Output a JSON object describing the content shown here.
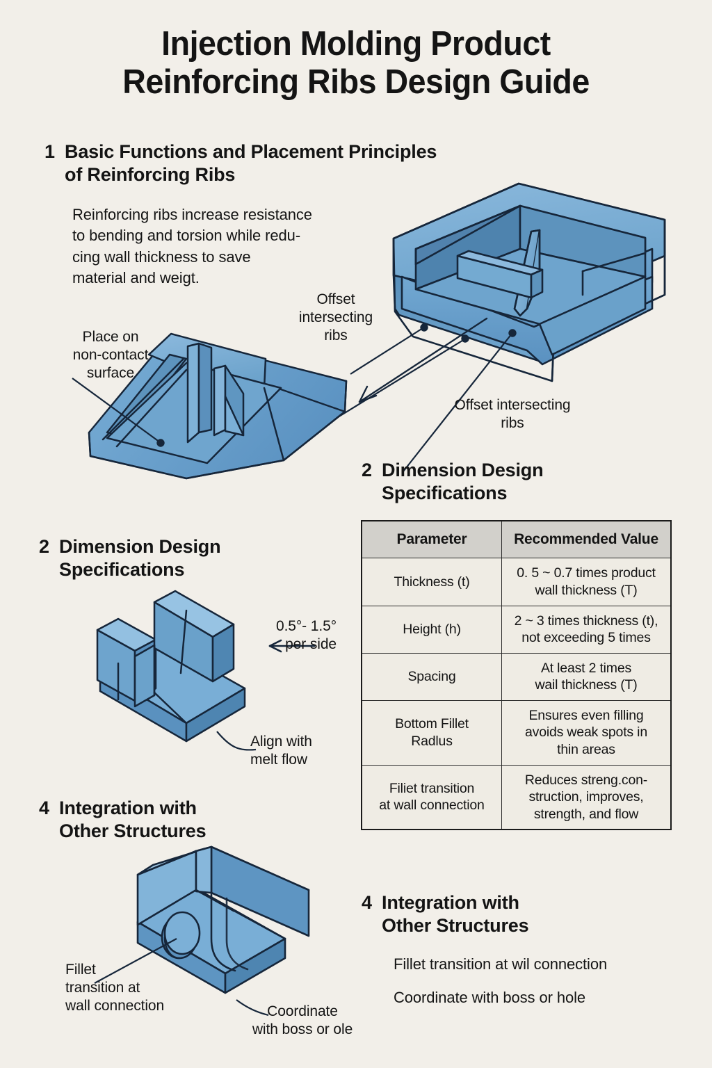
{
  "title": {
    "line1": "Injection Molding Product",
    "line2": "Reinforcing Ribs Design Guide"
  },
  "section1": {
    "number": "1",
    "heading_line1": "Basic Functions and Placement Principles",
    "heading_line2": "of Reinforcing Ribs",
    "body": "Reinforcing ribs increase resistance to bending and torsion while redu-cing wall thickness to save material and weigt.",
    "body_line1": "Reinforcing ribs increase resistance",
    "body_line2": "to bending and torsion while redu-",
    "body_line3": "cing wall thickness to save",
    "body_line4": "material and weigt.",
    "labels": {
      "place_on_noncontact": "Place on\nnon-contact\nsurface",
      "place_on_l1": "Place on",
      "place_on_l2": "non-contact",
      "place_on_l3": "surface",
      "offset_ribs_upper_l1": "Offset",
      "offset_ribs_upper_l2": "intersecting",
      "offset_ribs_upper_l3": "ribs",
      "offset_ribs_lower_l1": "Offset intersecting",
      "offset_ribs_lower_l2": "ribs"
    }
  },
  "section2_left": {
    "number": "2",
    "heading_line1": "Dimension Design",
    "heading_line2": "Specifications",
    "labels": {
      "draft_l1": "0.5°- 1.5°",
      "draft_l2": "per side",
      "align_l1": "Align with",
      "align_l2": "melt flow"
    }
  },
  "section2_right": {
    "number": "2",
    "heading_line1": "Dimension Design",
    "heading_line2": "Specifications"
  },
  "table": {
    "headers": [
      "Parameter",
      "Recommended Value"
    ],
    "rows": [
      {
        "parameter": "Thickness (t)",
        "value_l1": "0. 5 ~ 0.7 times product",
        "value_l2": "wall thickness (T)",
        "value_l3": ""
      },
      {
        "parameter": "Height (h)",
        "value_l1": "2 ~ 3 times thickness (t),",
        "value_l2": "not exceeding 5 times",
        "value_l3": ""
      },
      {
        "parameter": "Spacing",
        "value_l1": "At least 2 times",
        "value_l2": "wail thickness (T)",
        "value_l3": ""
      },
      {
        "parameter_l1": "Bottom Fillet",
        "parameter_l2": "Radlus",
        "value_l1": "Ensures even filling",
        "value_l2": "avoids weak spots in",
        "value_l3": "thin areas"
      },
      {
        "parameter_l1": "Filiet transition",
        "parameter_l2": "at wall connection",
        "value_l1": "Reduces streng.con-",
        "value_l2": "struction, improves,",
        "value_l3": "strength, and flow"
      }
    ]
  },
  "section4_left": {
    "number": "4",
    "heading_line1": "Integration with",
    "heading_line2": "Other Structures",
    "labels": {
      "fillet_l1": "Fillet",
      "fillet_l2": "transition at",
      "fillet_l3": "wall connection",
      "coordinate_l1": "Coordinate",
      "coordinate_l2": "with boss or ole"
    }
  },
  "section4_right": {
    "number": "4",
    "heading_line1": "Integration with",
    "heading_line2": "Other Structures",
    "bullet1": "Fillet transition at wil connection",
    "bullet2": "Coordinate with boss or hole"
  },
  "colors": {
    "background": "#f2efe9",
    "ink": "#141414",
    "blue_light": "#7cafd6",
    "blue_mid": "#5e93c2",
    "blue_dark": "#4a7ea8",
    "blue_darkest": "#3f6f99",
    "outline": "#16263a",
    "table_header": "#d2d0cb",
    "table_cell": "#efece4"
  }
}
